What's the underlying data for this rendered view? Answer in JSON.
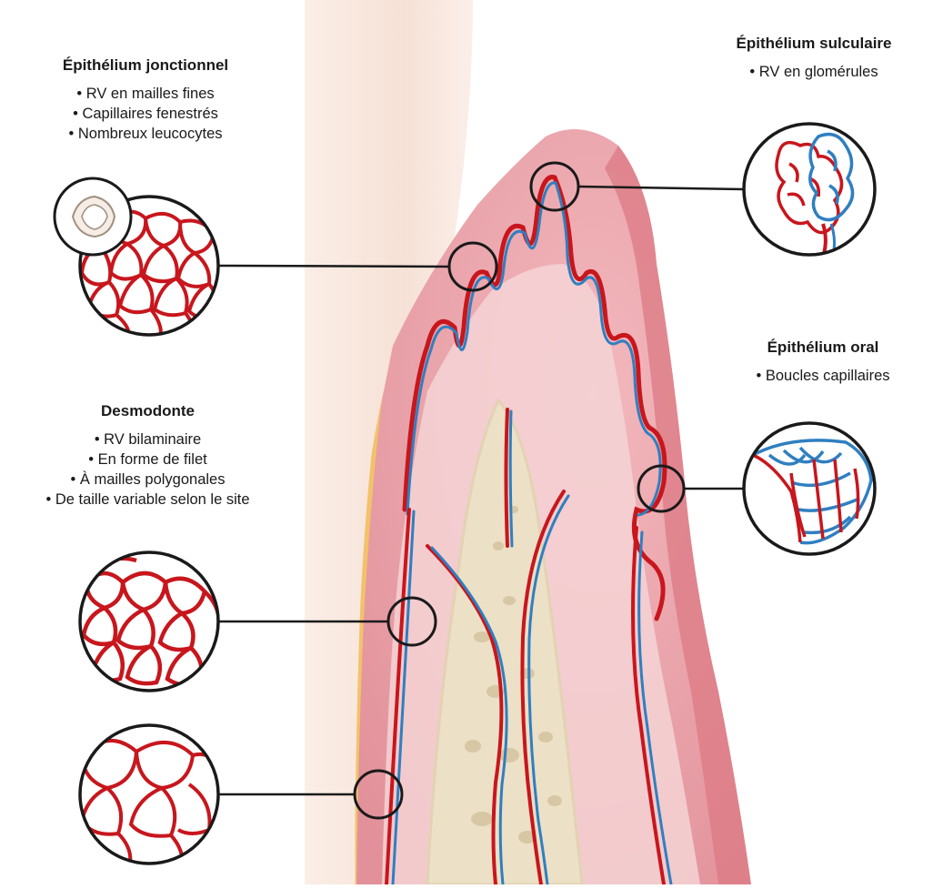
{
  "labels": {
    "junctional": {
      "title": "Épithélium jonctionnel",
      "lines": [
        "• RV en mailles fines",
        "• Capillaires fenestrés",
        "• Nombreux leucocytes"
      ]
    },
    "sulcular": {
      "title": "Épithélium sulculaire",
      "lines": [
        "• RV en glomérules"
      ]
    },
    "oral": {
      "title": "Épithélium oral",
      "lines": [
        "• Boucles capillaires"
      ]
    },
    "desmodonte": {
      "title": "Desmodonte",
      "lines": [
        "• RV bilaminaire",
        "• En forme de filet",
        "• À mailles polygonales",
        "• De taille variable selon le site"
      ]
    }
  },
  "colors": {
    "artery": "#c8161d",
    "vein": "#2f7fc1",
    "gingiva": "#e8a3aa",
    "gingiva_dark": "#d9747f",
    "bone": "#eee3cc",
    "tooth": "#f7e6dc",
    "enamel_line": "#f2c26b"
  }
}
